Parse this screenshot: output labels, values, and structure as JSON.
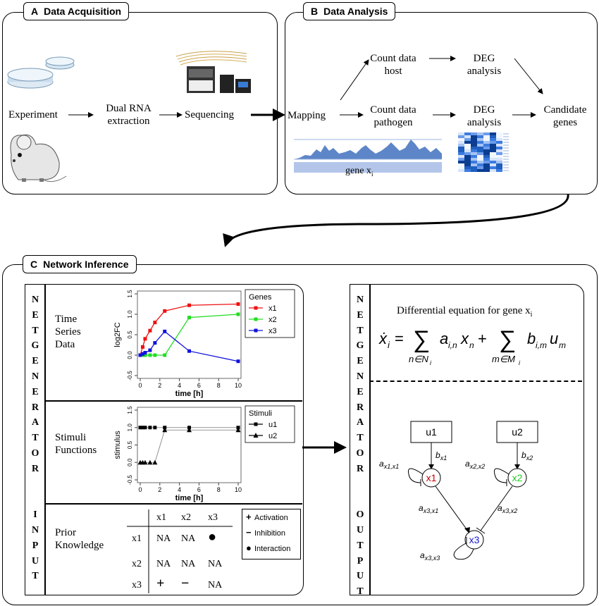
{
  "panel_a": {
    "letter": "A",
    "title": "Data Acquisition",
    "experiment": "Experiment",
    "dual_rna_line1": "Dual RNA",
    "dual_rna_line2": "extraction",
    "sequencing": "Sequencing"
  },
  "panel_b": {
    "letter": "B",
    "title": "Data Analysis",
    "mapping": "Mapping",
    "count_host_line1": "Count data",
    "count_host_line2": "host",
    "count_pathogen_line1": "Count data",
    "count_pathogen_line2": "pathogen",
    "deg1_line1": "DEG",
    "deg1_line2": "analysis",
    "deg2_line1": "DEG",
    "deg2_line2": "analysis",
    "candidate_line1": "Candidate",
    "candidate_line2": "genes",
    "gene_label": "gene x",
    "gene_sub": "i"
  },
  "panel_c": {
    "letter": "C",
    "title": "Network Inference",
    "netgenerator_input": [
      "N",
      "E",
      "T",
      "G",
      "E",
      "N",
      "E",
      "R",
      "A",
      "T",
      "O",
      "R",
      "",
      "",
      "I",
      "N",
      "P",
      "U",
      "T"
    ],
    "netgenerator_output": [
      "N",
      "E",
      "T",
      "G",
      "E",
      "N",
      "E",
      "R",
      "A",
      "T",
      "O",
      "R",
      "",
      "",
      "O",
      "U",
      "T",
      "P",
      "U",
      "T"
    ],
    "time_series_line1": "Time",
    "time_series_line2": "Series",
    "time_series_line3": "Data",
    "stimuli_line1": "Stimuli",
    "stimuli_line2": "Functions",
    "prior_line1": "Prior",
    "prior_line2": "Knowledge",
    "equation_title": "Differential equation for gene x",
    "equation_title_sub": "i"
  },
  "prior_table": {
    "col_headers": [
      "x1",
      "x2",
      "x3"
    ],
    "rows": [
      {
        "label": "x1",
        "cells": [
          "NA",
          "NA",
          "●"
        ]
      },
      {
        "label": "x2",
        "cells": [
          "NA",
          "NA",
          "NA"
        ]
      },
      {
        "label": "x3",
        "cells": [
          "+",
          "−",
          "NA"
        ]
      }
    ],
    "legend": [
      {
        "symbol": "+",
        "label": "Activation"
      },
      {
        "symbol": "−",
        "label": "Inhibition"
      },
      {
        "symbol": "●",
        "label": "Interaction"
      }
    ]
  },
  "network": {
    "nodes": {
      "u1": "u1",
      "u2": "u2",
      "x1": "x1",
      "x2": "x2",
      "x3": "x3"
    },
    "node_colors": {
      "x1": "#cc0000",
      "x2": "#22cc22",
      "x3": "#1a1acc"
    },
    "edge_labels": {
      "b_x1": "b",
      "b_x1_sub": "x1",
      "b_x2": "b",
      "b_x2_sub": "x2",
      "a_x1x1": "a",
      "a_x1x1_sub": "x1,x1",
      "a_x2x2": "a",
      "a_x2x2_sub": "x2,x2",
      "a_x3x1": "a",
      "a_x3x1_sub": "x3,x1",
      "a_x3x2": "a",
      "a_x3x2_sub": "x3,x2",
      "a_x3x3": "a",
      "a_x3x3_sub": "x3,x3"
    }
  },
  "chart_data": [
    {
      "type": "line",
      "title": "",
      "xlabel": "time [h]",
      "ylabel": "log2FC",
      "xlim": [
        0,
        10
      ],
      "ylim": [
        -0.5,
        1.5
      ],
      "yticks": [
        "-0.5",
        "0.0",
        "0.5",
        "1.0",
        "1.5"
      ],
      "xticks": [
        "0",
        "2",
        "4",
        "6",
        "8",
        "10"
      ],
      "legend_title": "Genes",
      "legend_position": "right",
      "series": [
        {
          "name": "x1",
          "color": "#ee1111",
          "x": [
            0,
            0.25,
            0.5,
            1,
            1.5,
            2.5,
            5,
            10
          ],
          "y": [
            0,
            0.2,
            0.4,
            0.6,
            0.8,
            1.08,
            1.22,
            1.25
          ]
        },
        {
          "name": "x2",
          "color": "#22dd22",
          "x": [
            0,
            0.25,
            0.5,
            1,
            1.5,
            2.5,
            5,
            10
          ],
          "y": [
            0,
            0,
            0,
            0,
            0,
            0,
            0.92,
            1.0
          ]
        },
        {
          "name": "x3",
          "color": "#1111dd",
          "x": [
            0,
            0.25,
            0.5,
            1,
            1.5,
            2.5,
            5,
            10
          ],
          "y": [
            0,
            0.03,
            0.06,
            0.12,
            0.3,
            0.58,
            0.1,
            -0.15
          ]
        }
      ]
    },
    {
      "type": "line",
      "title": "",
      "xlabel": "time [h]",
      "ylabel": "stimulus",
      "xlim": [
        0,
        10
      ],
      "ylim": [
        -0.5,
        1.5
      ],
      "yticks": [
        "-0.5",
        "0.0",
        "0.5",
        "1.0",
        "1.5"
      ],
      "xticks": [
        "0",
        "2",
        "4",
        "6",
        "8",
        "10"
      ],
      "legend_title": "Stimuli",
      "legend_position": "right",
      "series": [
        {
          "name": "u1",
          "marker": "square",
          "color": "#000000",
          "x": [
            0,
            0.25,
            0.5,
            1,
            1.5,
            2.5,
            5,
            10
          ],
          "y": [
            1,
            1,
            1,
            1,
            1,
            1,
            1,
            1
          ]
        },
        {
          "name": "u2",
          "marker": "triangle",
          "color": "#000000",
          "x": [
            0,
            0.25,
            0.5,
            1,
            1.5,
            2.5,
            5,
            10
          ],
          "y": [
            0,
            0,
            0,
            0,
            0,
            0.93,
            0.93,
            0.93
          ]
        }
      ]
    }
  ]
}
